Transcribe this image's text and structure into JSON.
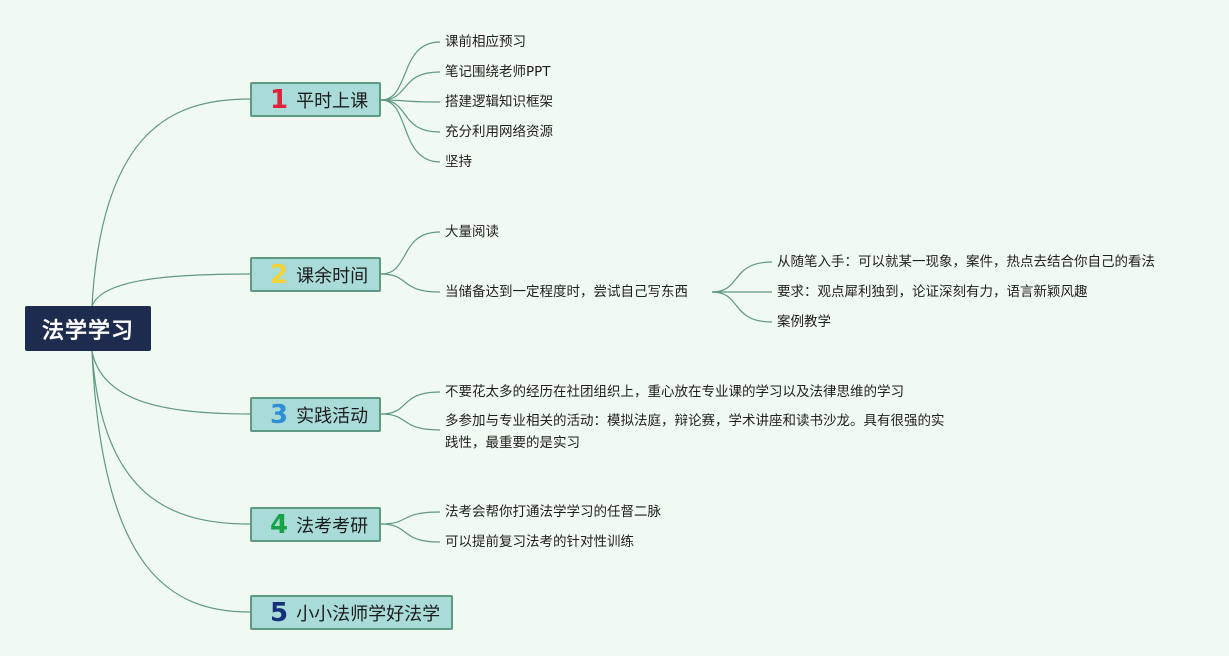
{
  "root": {
    "label": "法学学习"
  },
  "colors": {
    "background": "#f1faf1",
    "root_fill": "#1d2b4f",
    "branch_fill": "#a9dcd8",
    "branch_border": "#5e9984",
    "line": "#5e9984",
    "num1": "#e0223d",
    "num2": "#f3d23a",
    "num3": "#2e8fd8",
    "num4": "#17a245",
    "num5": "#163078"
  },
  "branches": [
    {
      "num": "1",
      "label": "平时上课",
      "children": [
        "课前相应预习",
        "笔记围绕老师PPT",
        "搭建逻辑知识框架",
        "充分利用网络资源",
        "坚持"
      ]
    },
    {
      "num": "2",
      "label": "课余时间",
      "children": [
        {
          "label": "大量阅读"
        },
        {
          "label": "当储备达到一定程度时，尝试自己写东西",
          "children": [
            "从随笔入手：可以就某一现象，案件，热点去结合你自己的看法",
            "要求：观点犀利独到，论证深刻有力，语言新颖风趣",
            "案例教学"
          ]
        }
      ]
    },
    {
      "num": "3",
      "label": "实践活动",
      "children": [
        "不要花太多的经历在社团组织上，重心放在专业课的学习以及法律思维的学习",
        "多参加与专业相关的活动：模拟法庭，辩论赛，学术讲座和读书沙龙。具有很强的实践性，最重要的是实习"
      ]
    },
    {
      "num": "4",
      "label": "法考考研",
      "children": [
        "法考会帮你打通法学学习的任督二脉",
        "可以提前复习法考的针对性训练"
      ]
    },
    {
      "num": "5",
      "label": "小小法师学好法学",
      "children": []
    }
  ]
}
